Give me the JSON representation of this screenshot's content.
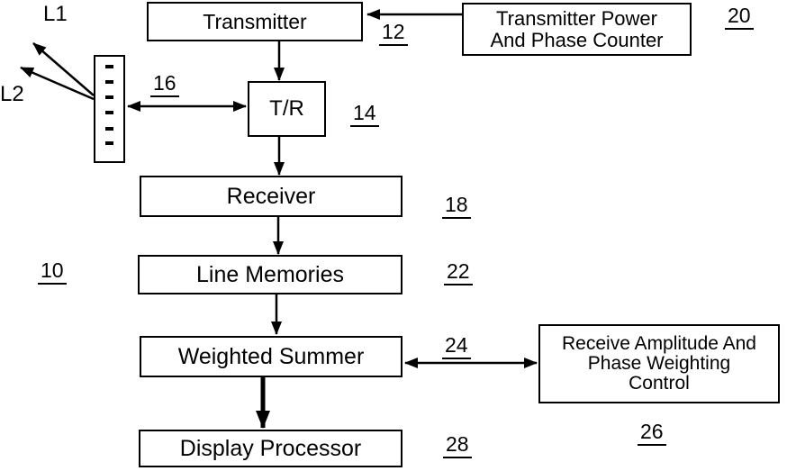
{
  "figure": {
    "background_color": "#ffffff",
    "ink_color": "#000000"
  },
  "blocks": {
    "transmitter": {
      "label": "Transmitter",
      "ref": "12"
    },
    "transmitter_power_phase_counter": {
      "label": "Transmitter Power\nAnd Phase Counter",
      "ref": "20"
    },
    "tr_switch": {
      "label": "T/R",
      "ref": "14"
    },
    "transducer_array": {
      "ref": "16"
    },
    "receiver": {
      "label": "Receiver",
      "ref": "18"
    },
    "line_memories": {
      "label": "Line Memories",
      "ref": "22"
    },
    "weighted_summer": {
      "label": "Weighted Summer",
      "ref": "24"
    },
    "receive_weighting_control": {
      "label": "Receive Amplitude And\nPhase Weighting\nControl",
      "ref": "26"
    },
    "display_processor": {
      "label": "Display Processor",
      "ref": "28"
    }
  },
  "annotations": {
    "system_ref": "10",
    "beam_l1": "L1",
    "beam_l2": "L2"
  },
  "connections": [
    {
      "from": "transmitter_power_phase_counter",
      "to": "transmitter",
      "style": "arrow"
    },
    {
      "from": "transmitter",
      "to": "tr_switch",
      "style": "arrow"
    },
    {
      "from": "transducer_array",
      "to": "tr_switch",
      "style": "double-arrow"
    },
    {
      "from": "tr_switch",
      "to": "receiver",
      "style": "arrow"
    },
    {
      "from": "receiver",
      "to": "line_memories",
      "style": "arrow"
    },
    {
      "from": "line_memories",
      "to": "weighted_summer",
      "style": "arrow"
    },
    {
      "from": "weighted_summer",
      "to": "display_processor",
      "style": "thick-arrow"
    },
    {
      "from": "weighted_summer",
      "to": "receive_weighting_control",
      "style": "double-arrow"
    },
    {
      "from": "transducer_array",
      "to": "beam_l1",
      "style": "arrow"
    },
    {
      "from": "transducer_array",
      "to": "beam_l2",
      "style": "arrow"
    }
  ]
}
